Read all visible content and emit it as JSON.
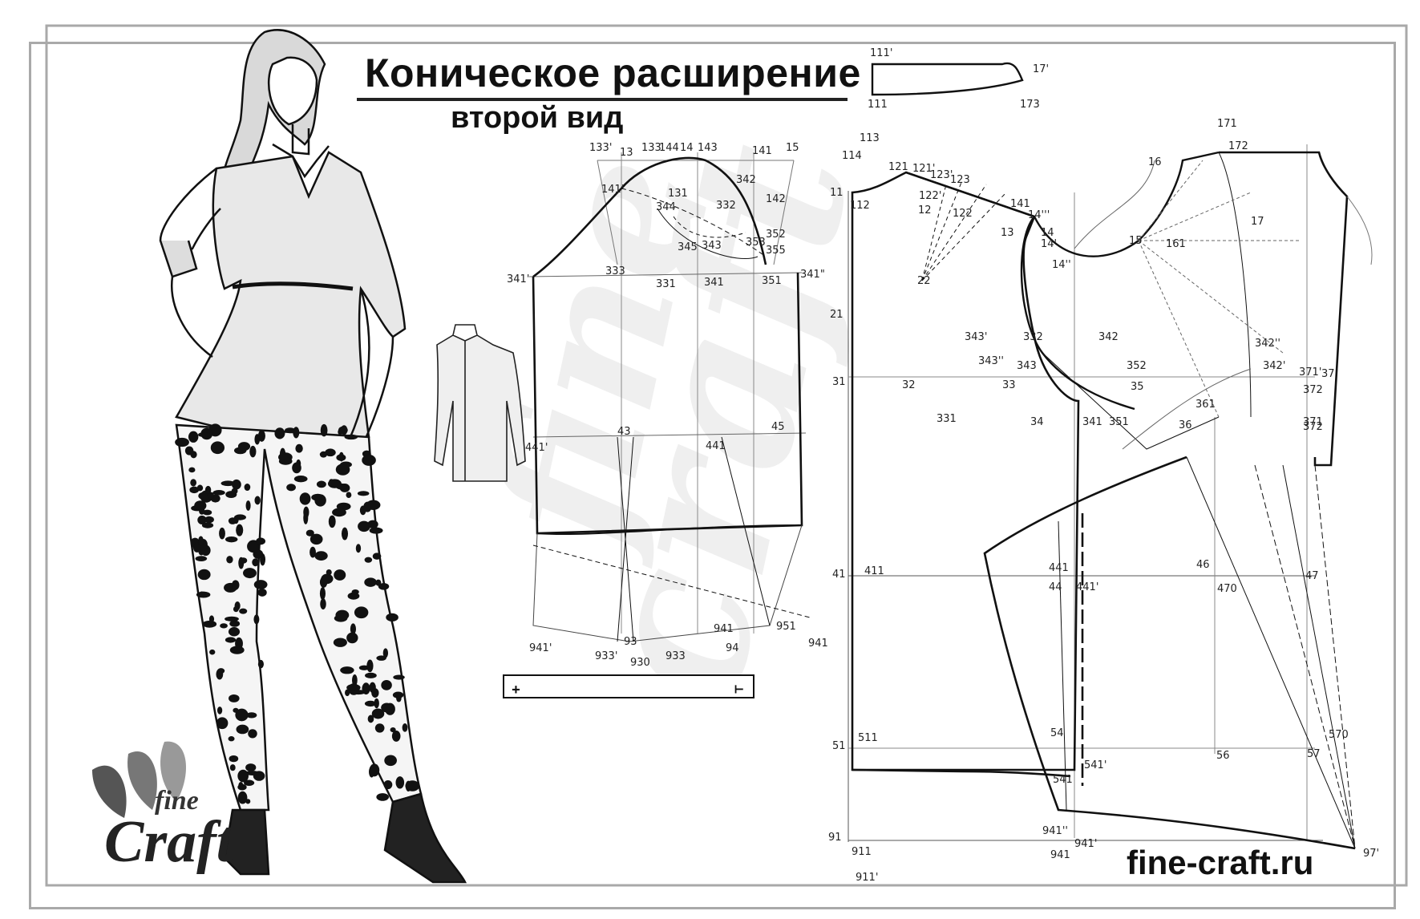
{
  "title": "Коническое расширение",
  "subtitle": "второй вид",
  "site": "fine-craft.ru",
  "logo": {
    "word1": "fine",
    "word2": "Craft"
  },
  "watermark": {
    "word1": "fine",
    "word2": "craft"
  },
  "colors": {
    "ink": "#111111",
    "frame": "#a9a9a9",
    "watermark": "#eeeeee"
  },
  "sleeve_labels": [
    "133'",
    "13",
    "133",
    "144",
    "14",
    "143",
    "141",
    "15",
    "141'",
    "131",
    "344",
    "332",
    "342",
    "142",
    "353",
    "345",
    "343",
    "352",
    "355",
    "341'",
    "333",
    "331",
    "341",
    "351",
    "341\"",
    "43",
    "441",
    "45",
    "441'",
    "93",
    "941'",
    "933'",
    "930",
    "933",
    "941",
    "94",
    "951",
    "941"
  ],
  "yoke_labels": [
    "111'",
    "17'",
    "111",
    "173"
  ],
  "body_labels": [
    "113",
    "114",
    "171",
    "172",
    "16",
    "11",
    "121",
    "121'",
    "123'",
    "123",
    "112",
    "122'",
    "12",
    "122",
    "141",
    "13",
    "14'''",
    "14",
    "14'",
    "15",
    "161",
    "17",
    "22",
    "14''",
    "21",
    "343'",
    "332",
    "342",
    "342''",
    "343''",
    "343",
    "352",
    "342'",
    "37",
    "31",
    "32",
    "33",
    "35",
    "372",
    "371'",
    "331",
    "34",
    "341",
    "351",
    "361",
    "36",
    "372",
    "371",
    "411",
    "441",
    "46",
    "47",
    "41",
    "44",
    "441'",
    "470",
    "511",
    "54",
    "56",
    "57",
    "570",
    "51",
    "541'",
    "541",
    "941''",
    "91",
    "911",
    "941",
    "941'",
    "97'",
    "911'"
  ]
}
